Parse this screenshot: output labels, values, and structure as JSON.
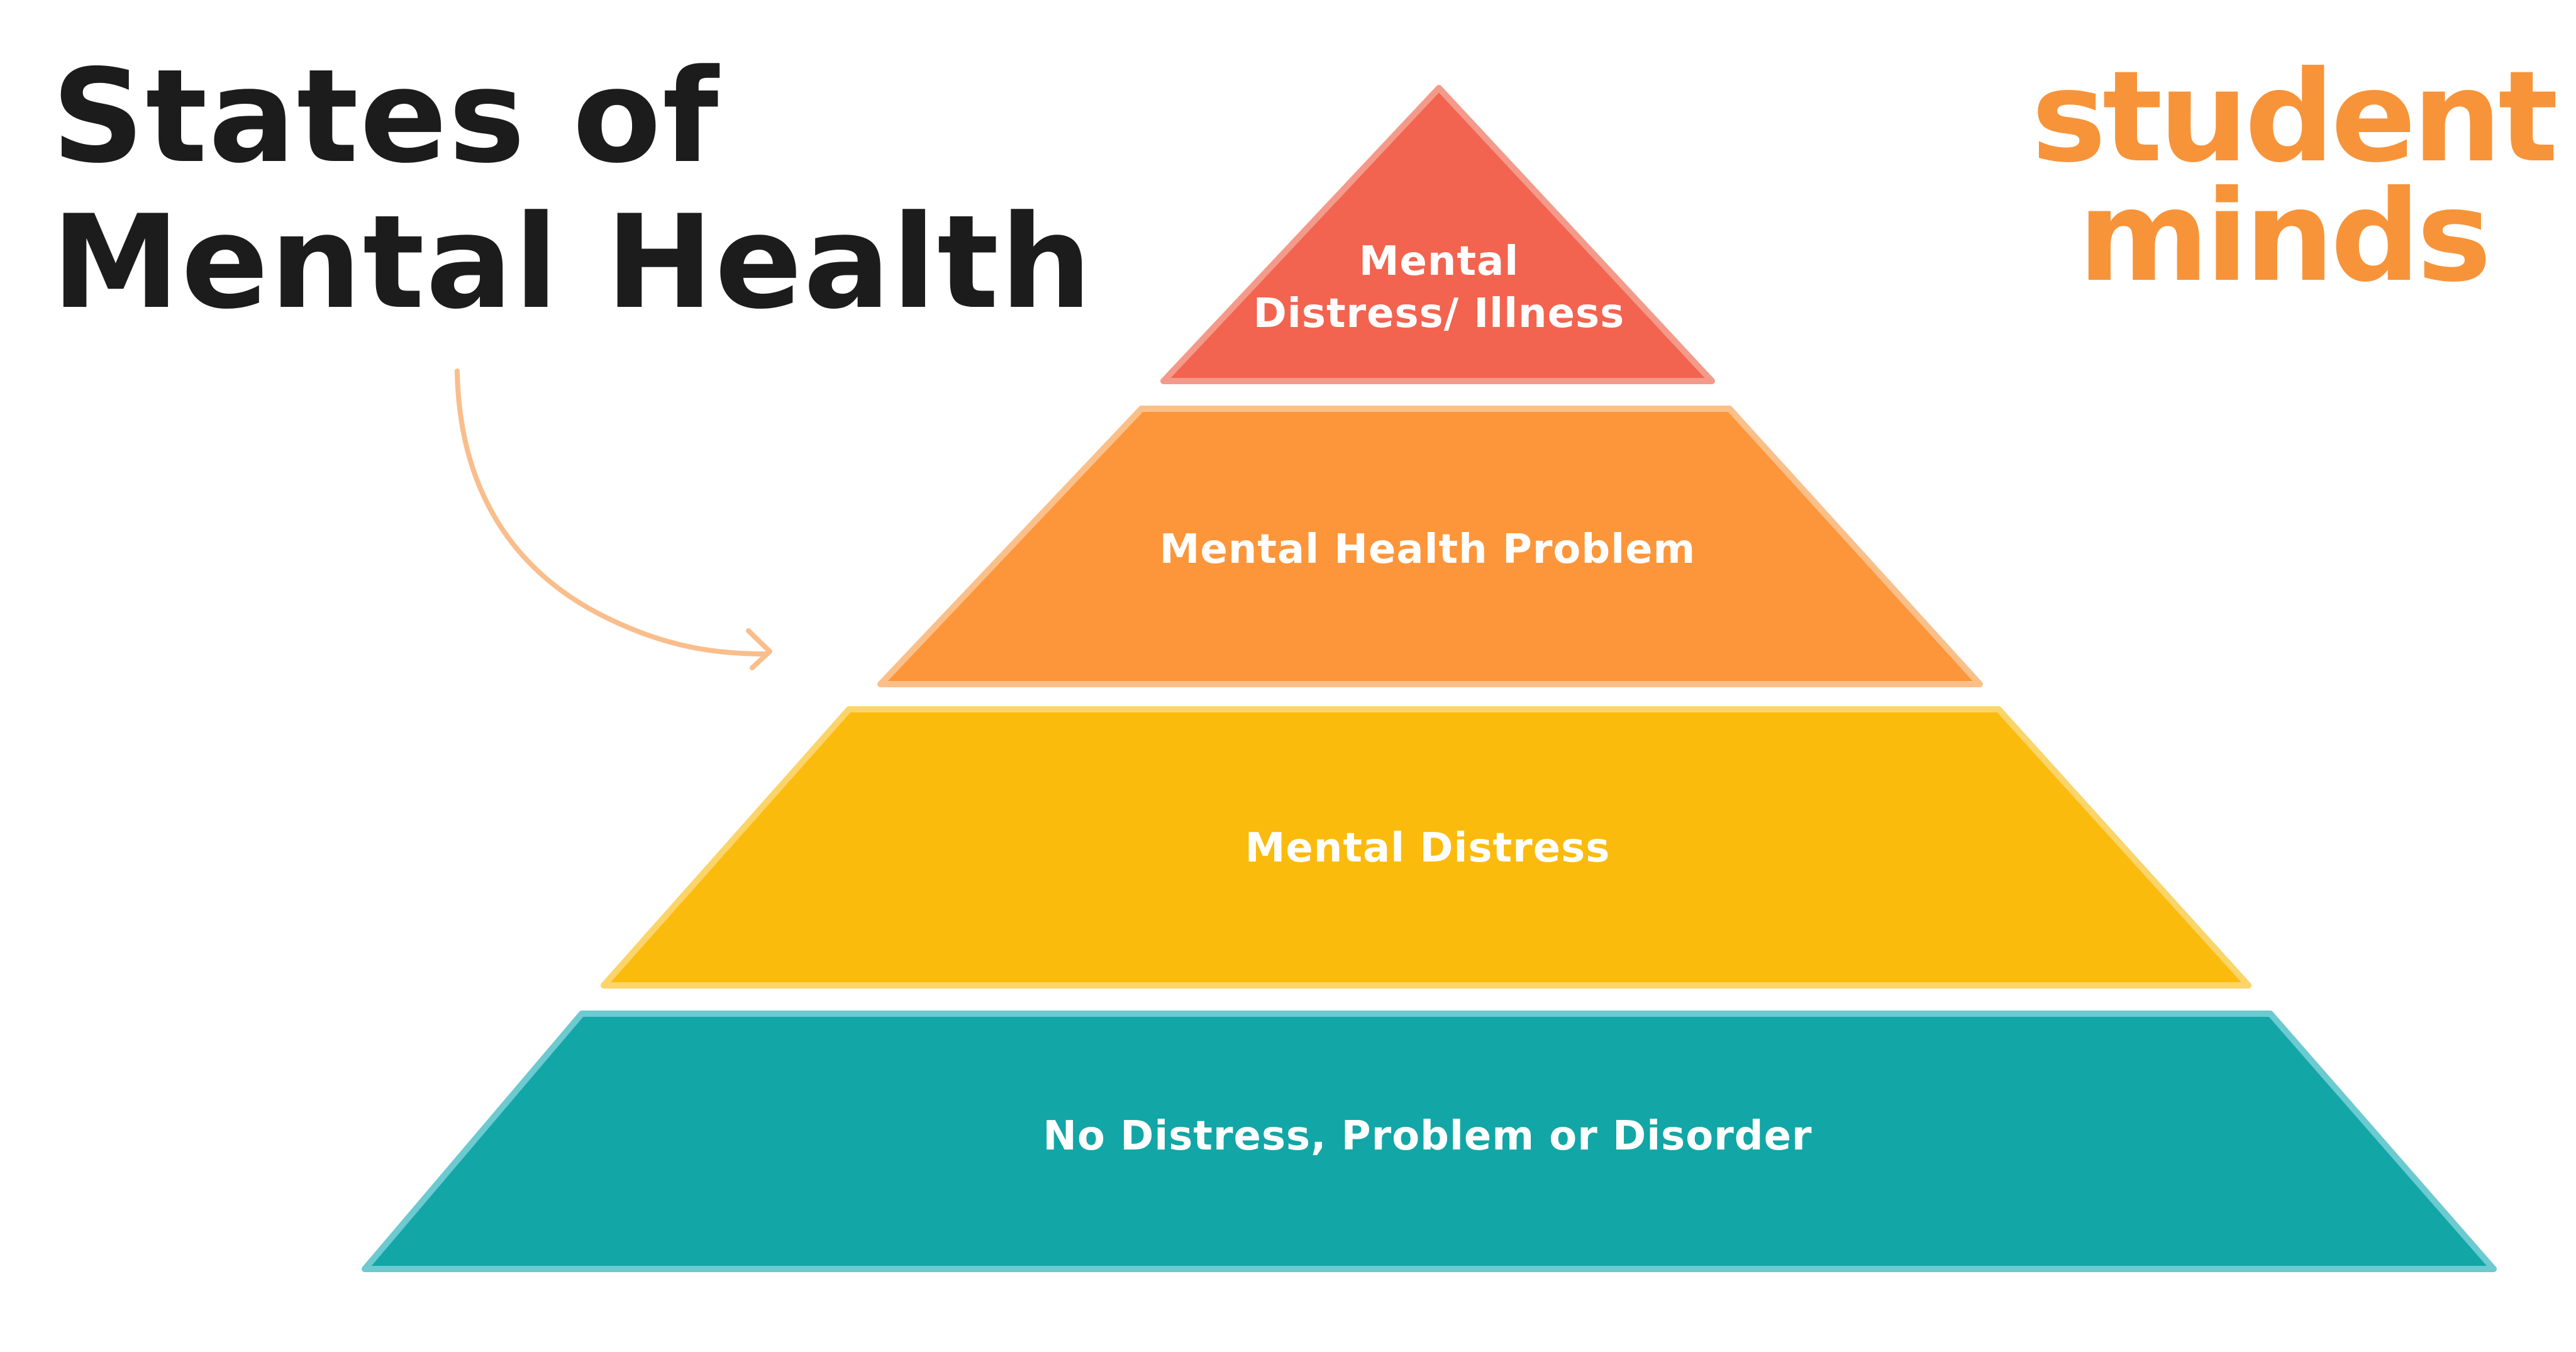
{
  "heading": {
    "line1": "States of",
    "line2": "Mental Health"
  },
  "logo": {
    "line1": "student",
    "line2": "minds",
    "color": "#f7943a"
  },
  "pyramid": {
    "tiers": [
      {
        "label_line1": "Mental",
        "label_line2": "Distress/ Illness",
        "fill": "#f26450",
        "outline": "#f49a8a"
      },
      {
        "label_line1": "Mental Health Problem",
        "fill": "#fd963a",
        "outline": "#fbc08a"
      },
      {
        "label_line1": "Mental Distress",
        "fill": "#fbbb0d",
        "outline": "#fbd46a"
      },
      {
        "label_line1": "No Distress, Problem or Disorder",
        "fill": "#13a6a6",
        "outline": "#6ccad0"
      }
    ],
    "arrow_color": "#f9be8c"
  }
}
